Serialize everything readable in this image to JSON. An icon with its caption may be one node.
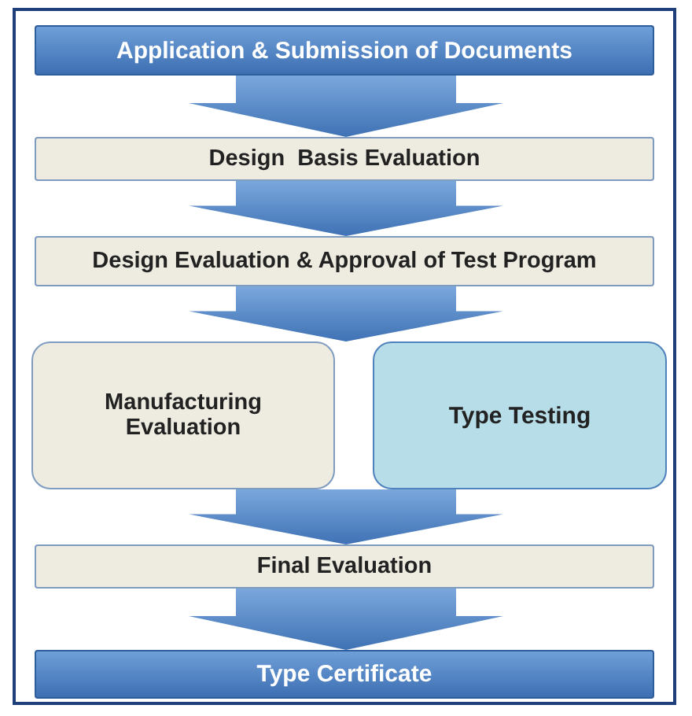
{
  "diagram": {
    "nodes": [
      {
        "text": [
          "Application & Submission of Documents"
        ]
      },
      {
        "text": [
          "Design  Basis Evaluation"
        ]
      },
      {
        "text": [
          "Design Evaluation & Approval of Test Program"
        ]
      },
      {
        "text": [
          "Manufacturing Evaluation"
        ]
      },
      {
        "text": [
          "Type Testing"
        ]
      },
      {
        "text": [
          "Final Evaluation"
        ]
      },
      {
        "text": [
          "Type Certificate"
        ]
      }
    ],
    "edges": [
      {
        "from": 0,
        "to": 1,
        "arrow": "to"
      },
      {
        "from": 1,
        "to": 2,
        "arrow": "to"
      },
      {
        "from": 2,
        "to": 3,
        "arrow": "to"
      },
      {
        "from": 2,
        "to": 4,
        "arrow": "to"
      },
      {
        "from": 3,
        "to": 5,
        "arrow": "to"
      },
      {
        "from": 4,
        "to": 5,
        "arrow": "to"
      },
      {
        "from": 5,
        "to": 6,
        "arrow": "to"
      }
    ]
  }
}
